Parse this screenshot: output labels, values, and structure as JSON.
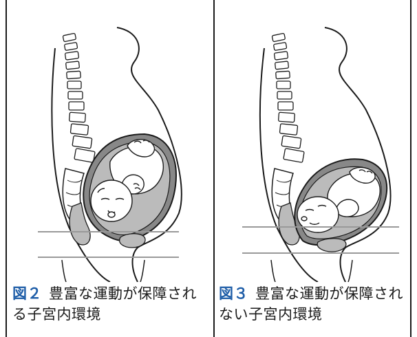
{
  "figures": [
    {
      "label": "図２",
      "caption": "豊富な運動が保障される子宮内環境"
    },
    {
      "label": "図３",
      "caption": "豊富な運動が保障されない子宮内環境"
    }
  ],
  "colors": {
    "figure_label": "#1f5ea8",
    "line": "#1a1a1a",
    "uterus_wall": "#888888",
    "amniotic_fill": "#bbbbbb",
    "reference_line": "#999999"
  }
}
